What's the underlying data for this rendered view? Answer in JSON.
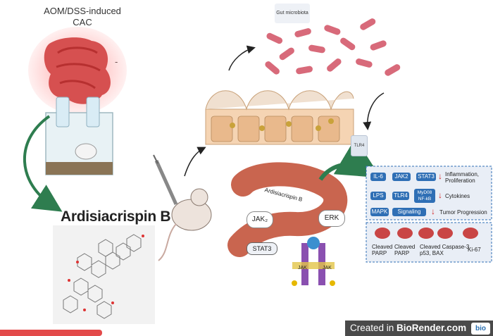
{
  "caption": {
    "line1": "AOM/DSS-induced",
    "line2": "CAC"
  },
  "dash": "-",
  "compound": "Ardisiacrispin B",
  "gut_label": "Gut microbiota",
  "tlr4_label": "TLR4",
  "colon_label": "Ardisiacrispin B",
  "signals": {
    "jak2": "JAK₂",
    "erk": "ERK",
    "stat3": "STAT3",
    "jak_left": "JAK",
    "jak_right": "JAK"
  },
  "panel": {
    "row1": {
      "il6": "IL-6",
      "jak2": "JAK2",
      "stat3": "STAT3",
      "effect": "Inflammation,",
      "effect2": "Proliferation"
    },
    "row2": {
      "lps": "LPS",
      "tlr4": "TLR4",
      "myd88": "MyD08",
      "nfkb": "NF-kB",
      "effect": "Cytokines"
    },
    "row3": {
      "mapk": "MAPK",
      "signaling": "Signaling",
      "effect": "Tumor Progression"
    },
    "markers": [
      {
        "l1": "Cleaved",
        "l2": "PARP"
      },
      {
        "l1": "Cleaved",
        "l2": "PARP"
      },
      {
        "l1": "Cleaved Caspase-3",
        "l2": "p53, BAX"
      },
      {
        "l1": "Ki-67",
        "l2": ""
      }
    ]
  },
  "branding": {
    "text_prefix": "Created in ",
    "text_bold": "BioRender.com",
    "logo": "bio"
  },
  "colors": {
    "accent_blue": "#2f6fb5",
    "arrow_green": "#2e7d4f",
    "bacteria_pink": "#d86a7a",
    "colon": "#c9654f"
  }
}
